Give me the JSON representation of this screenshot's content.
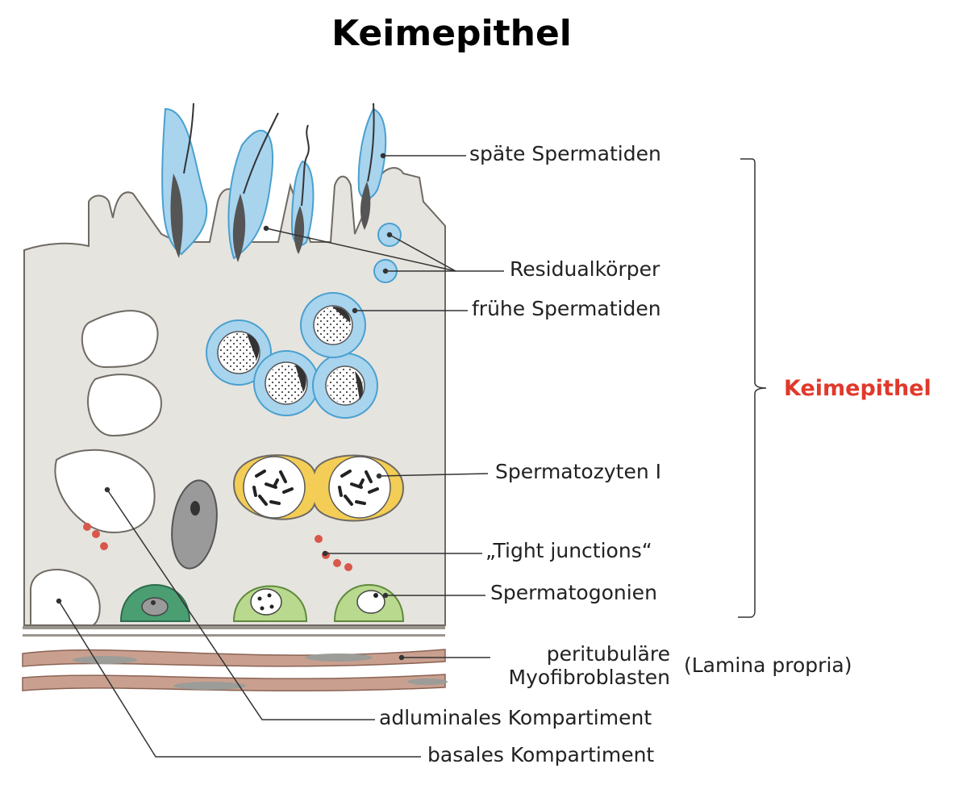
{
  "title": "Keimepithel",
  "labels": {
    "spaete_spermatiden": "späte Spermatiden",
    "residualkoerper": "Residualkörper",
    "fruehe_spermatiden": "frühe Spermatiden",
    "spermatozyten": "Spermatozyten I",
    "tight_junctions": "„Tight junctions“",
    "spermatogonien": "Spermatogonien",
    "peritubulaere_1": "peritubuläre",
    "peritubulaere_2": "Myofibroblasten",
    "lamina_propria": "(Lamina propria)",
    "adluminal": "adluminales Kompartiment",
    "basal": "basales Kompartiment",
    "bracket_label": "Keimepithel"
  },
  "colors": {
    "epithelium": "#e6e4df",
    "outline": "#6f6a63",
    "spermatid_blue": "#a8d4ee",
    "spermatocyte_yellow": "#f3cd55",
    "spermatogonia_green": "#b9d98f",
    "dark_green": "#4a9e72",
    "myofibroblast": "#c9a08f",
    "junction_red": "#d8584b",
    "bracket_label_red": "#e0392b"
  }
}
